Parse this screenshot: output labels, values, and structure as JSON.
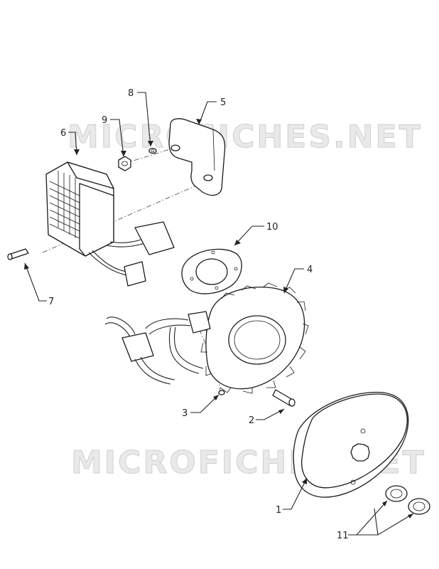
{
  "watermark": "MICROFICHES.NET",
  "callouts": {
    "p1": "1",
    "p2": "2",
    "p3": "3",
    "p4": "4",
    "p5": "5",
    "p6": "6",
    "p7": "7",
    "p8": "8",
    "p9": "9",
    "p10": "10",
    "p11": "11"
  }
}
